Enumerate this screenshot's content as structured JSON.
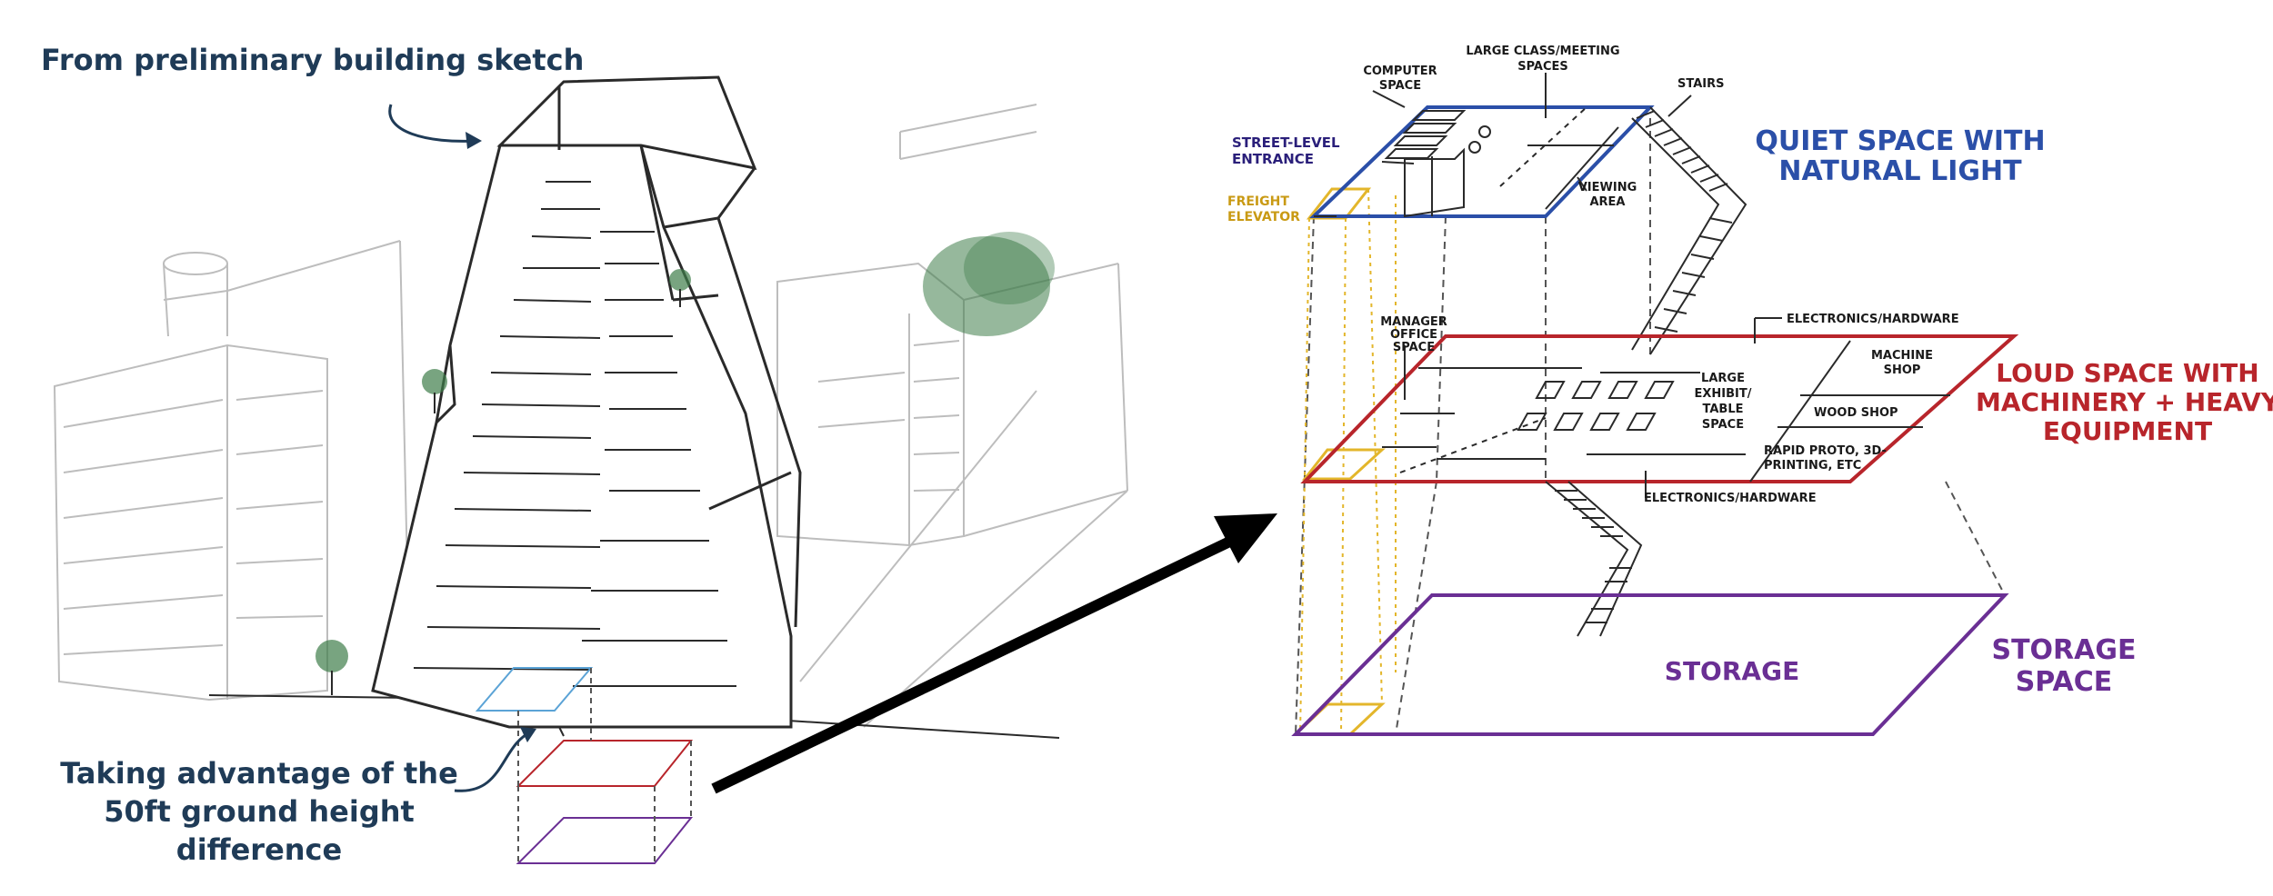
{
  "annotations": {
    "sketch_note": "From preliminary building sketch",
    "ground_note_lines": [
      "Taking advantage of the",
      "50ft ground height",
      "difference"
    ]
  },
  "levels": {
    "quiet": {
      "label_lines": [
        "QUIET SPACE WITH",
        "NATURAL LIGHT"
      ],
      "color": "#2b4fa8",
      "rooms": {
        "computer": [
          "COMPUTER",
          "SPACE"
        ],
        "meeting": [
          "LARGE CLASS/MEETING",
          "SPACES"
        ],
        "stairs": "STAIRS",
        "entrance": [
          "STREET-LEVEL",
          "ENTRANCE"
        ],
        "freight": [
          "FREIGHT",
          "ELEVATOR"
        ],
        "viewing": [
          "VIEWING",
          "AREA"
        ]
      }
    },
    "loud": {
      "label_lines": [
        "LOUD SPACE WITH",
        "MACHINERY + HEAVY",
        "EQUIPMENT"
      ],
      "color": "#b8252b",
      "rooms": {
        "electronics_top": "ELECTRONICS/HARDWARE",
        "manager": [
          "MANAGER",
          "OFFICE",
          "SPACE"
        ],
        "exhibit": [
          "LARGE",
          "EXHIBIT/",
          "TABLE",
          "SPACE"
        ],
        "machine": [
          "MACHINE",
          "SHOP"
        ],
        "wood": "WOOD SHOP",
        "rapid": [
          "RAPID PROTO, 3D-",
          "PRINTING, ETC"
        ],
        "electronics_bottom": "ELECTRONICS/HARDWARE"
      }
    },
    "storage": {
      "label_lines": [
        "STORAGE",
        "SPACE"
      ],
      "room_label": "STORAGE",
      "color": "#6a2f94"
    }
  },
  "colors": {
    "annotation_text": "#1f3b57",
    "freight_yellow": "#e3b62b",
    "sketch_line": "#2a2a2a",
    "sketch_light": "#b8b8b8",
    "tree_green": "#3f7d4a",
    "site_blue": "#5ba3d6"
  }
}
